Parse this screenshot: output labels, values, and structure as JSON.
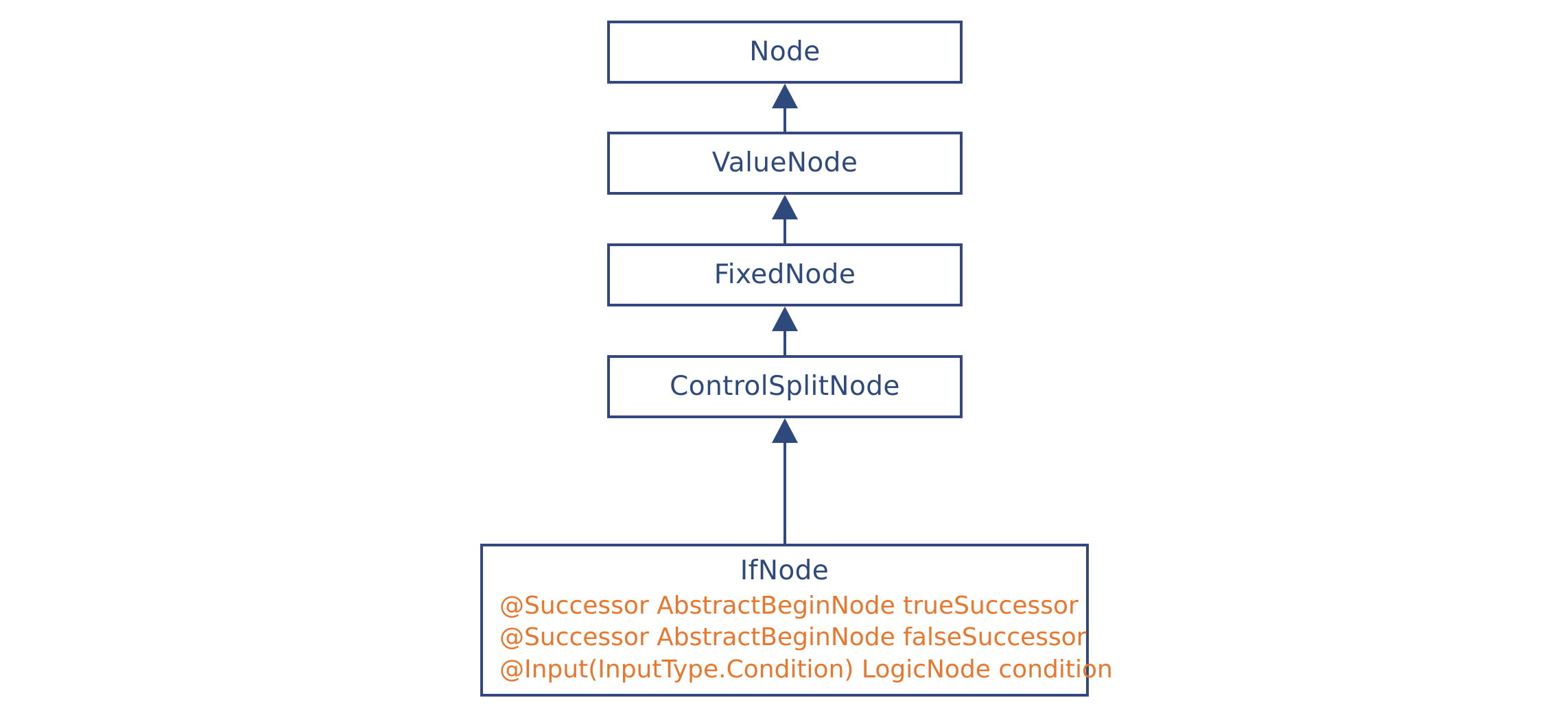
{
  "diagram": {
    "type": "uml-class-hierarchy",
    "background_color": "#FFFFFF",
    "box_border_color": "#33487F",
    "class_name_color": "#2E4A7D",
    "member_text_color": "#E8762C",
    "arrow_color": "#2E4A7D",
    "relationship": "generalization",
    "classes": [
      {
        "name": "Node",
        "members": []
      },
      {
        "name": "ValueNode",
        "members": []
      },
      {
        "name": "FixedNode",
        "members": []
      },
      {
        "name": "ControlSplitNode",
        "members": []
      },
      {
        "name": "IfNode",
        "members": [
          "@Successor AbstractBeginNode trueSuccessor",
          "@Successor AbstractBeginNode falseSuccessor",
          "@Input(InputType.Condition) LogicNode condition"
        ]
      }
    ],
    "edges": [
      {
        "from": "ValueNode",
        "to": "Node"
      },
      {
        "from": "FixedNode",
        "to": "ValueNode"
      },
      {
        "from": "ControlSplitNode",
        "to": "FixedNode"
      },
      {
        "from": "IfNode",
        "to": "ControlSplitNode"
      }
    ]
  }
}
